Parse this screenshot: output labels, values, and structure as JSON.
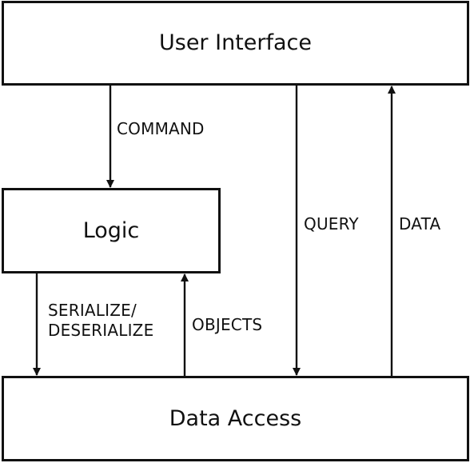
{
  "diagram": {
    "boxes": {
      "user_interface": "User Interface",
      "logic": "Logic",
      "data_access": "Data Access"
    },
    "edges": {
      "command": "COMMAND",
      "query": "QUERY",
      "data": "DATA",
      "serialize": "SERIALIZE/\nDESERIALIZE",
      "objects": "OBJECTS"
    }
  },
  "colors": {
    "stroke": "#111111",
    "background": "#ffffff"
  }
}
